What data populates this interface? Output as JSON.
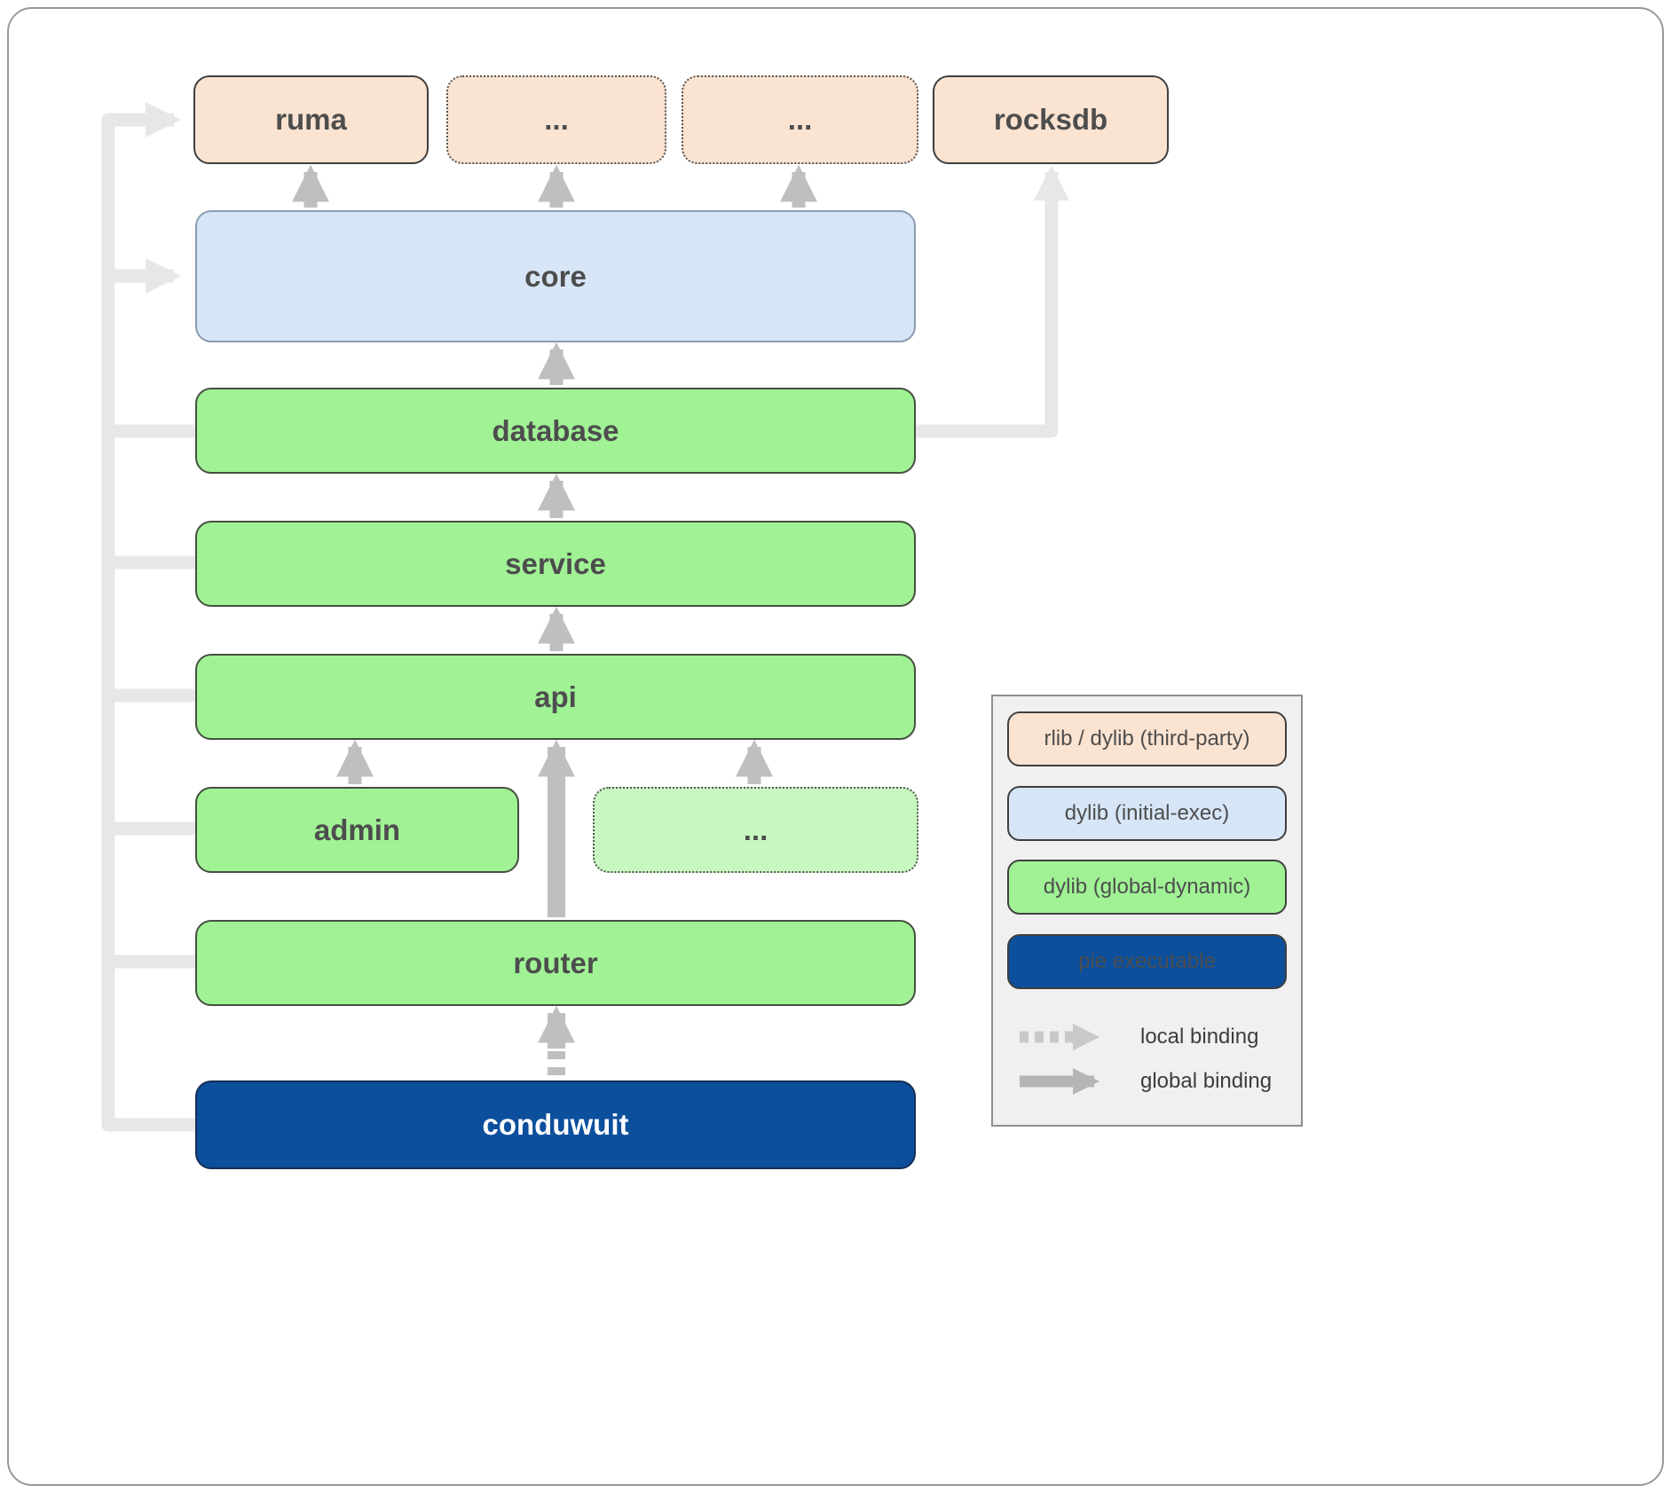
{
  "nodes": {
    "ruma": "ruma",
    "top_dots_1": "...",
    "top_dots_2": "...",
    "rocksdb": "rocksdb",
    "core": "core",
    "database": "database",
    "service": "service",
    "api": "api",
    "admin": "admin",
    "mid_dots": "...",
    "router": "router",
    "conduwuit": "conduwuit"
  },
  "legend": {
    "items": [
      {
        "label": "rlib / dylib (third-party)",
        "type": "third-party"
      },
      {
        "label": "dylib (initial-exec)",
        "type": "initial-exec"
      },
      {
        "label": "dylib (global-dynamic)",
        "type": "global-dynamic"
      },
      {
        "label": "pie executable",
        "type": "pie-executable"
      }
    ],
    "local_binding_label": "local binding",
    "global_binding_label": "global binding"
  },
  "colors": {
    "third_party_fill": "#fbe3d1",
    "initial_exec_fill": "#d7e6f7",
    "global_dynamic_fill": "#a0f295",
    "global_dynamic_light_fill": "#c9f7c1",
    "pie_executable_fill": "#0c4f9d",
    "arrow_global": "#bfbfbf",
    "arrow_light": "#e7e7e7"
  }
}
